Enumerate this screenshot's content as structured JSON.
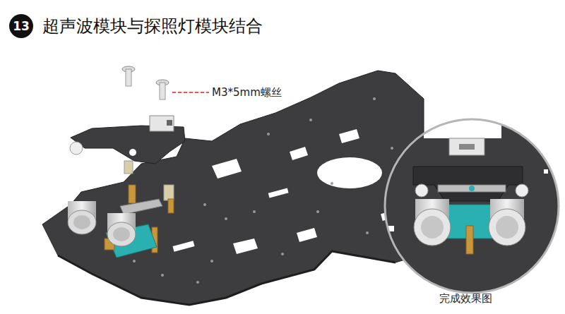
{
  "diagram": {
    "title": "超声波模块与探照灯模块结合",
    "caption": "完成效果图",
    "labels": [
      "13",
      "M3*5mm螺丝"
    ]
  }
}
